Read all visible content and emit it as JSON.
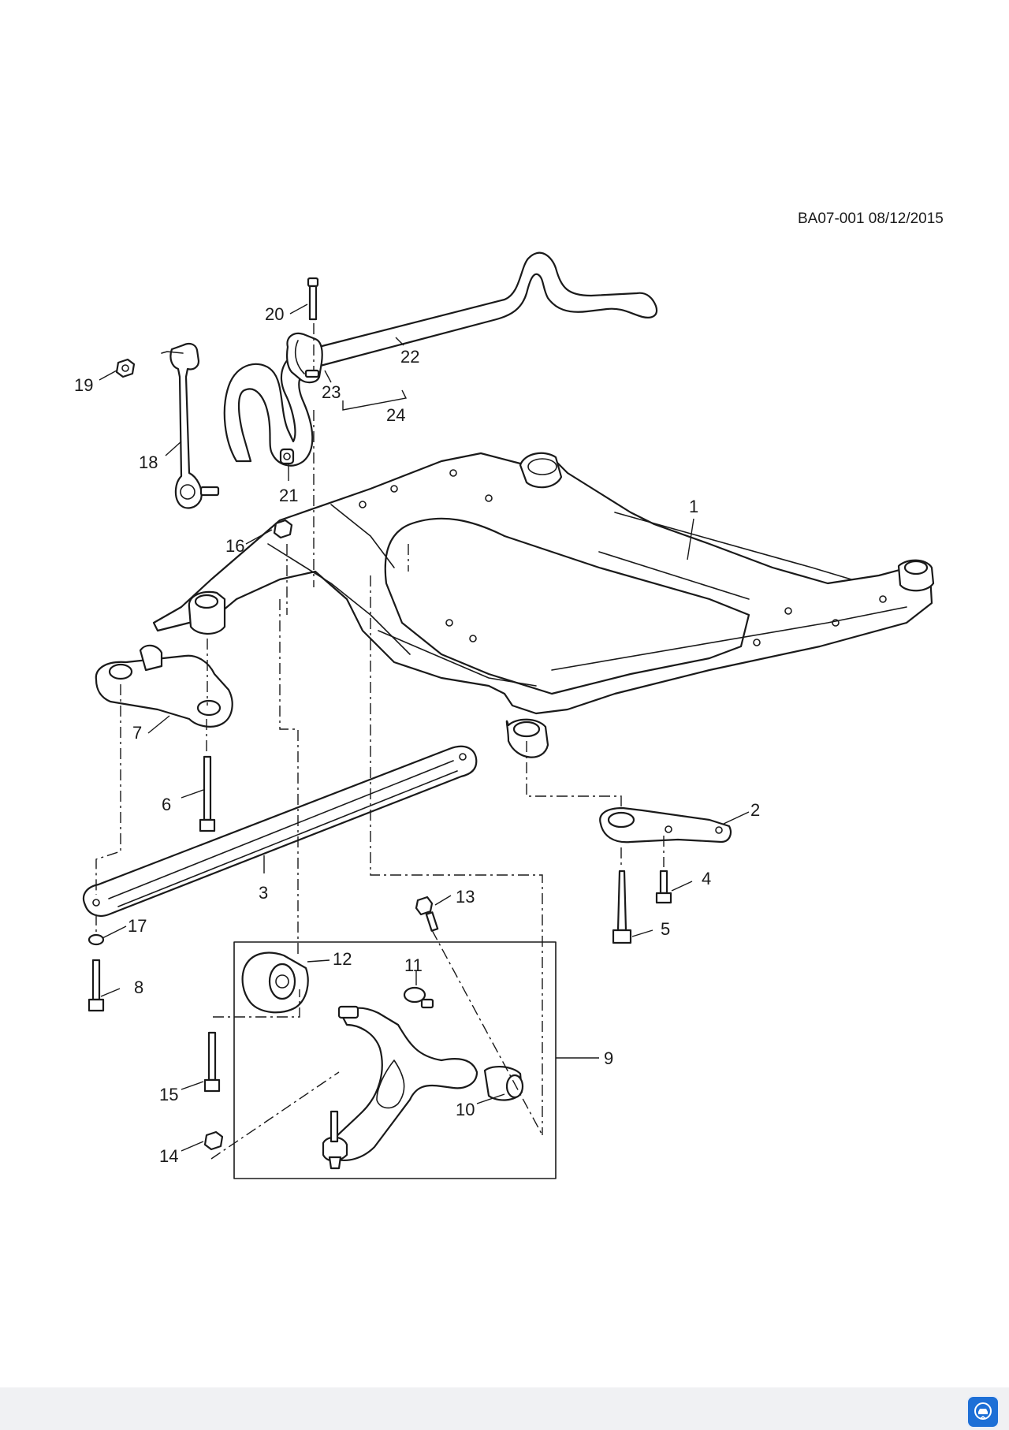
{
  "drawing": {
    "reference": "BA07-001 08/12/2015"
  },
  "callouts": {
    "c1": "1",
    "c2": "2",
    "c3": "3",
    "c4": "4",
    "c5": "5",
    "c6": "6",
    "c7": "7",
    "c8": "8",
    "c9": "9",
    "c10": "10",
    "c11": "11",
    "c12": "12",
    "c13": "13",
    "c14": "14",
    "c15": "15",
    "c16": "16",
    "c17": "17",
    "c18": "18",
    "c19": "19",
    "c20": "20",
    "c21": "21",
    "c22": "22",
    "c23": "23",
    "c24": "24"
  },
  "colors": {
    "line": "#1a1a1a",
    "background": "#ffffff",
    "footer": "#f0f1f3",
    "badge": "#1d6fd6"
  },
  "icons": {
    "app_badge": "car-chat-icon"
  }
}
